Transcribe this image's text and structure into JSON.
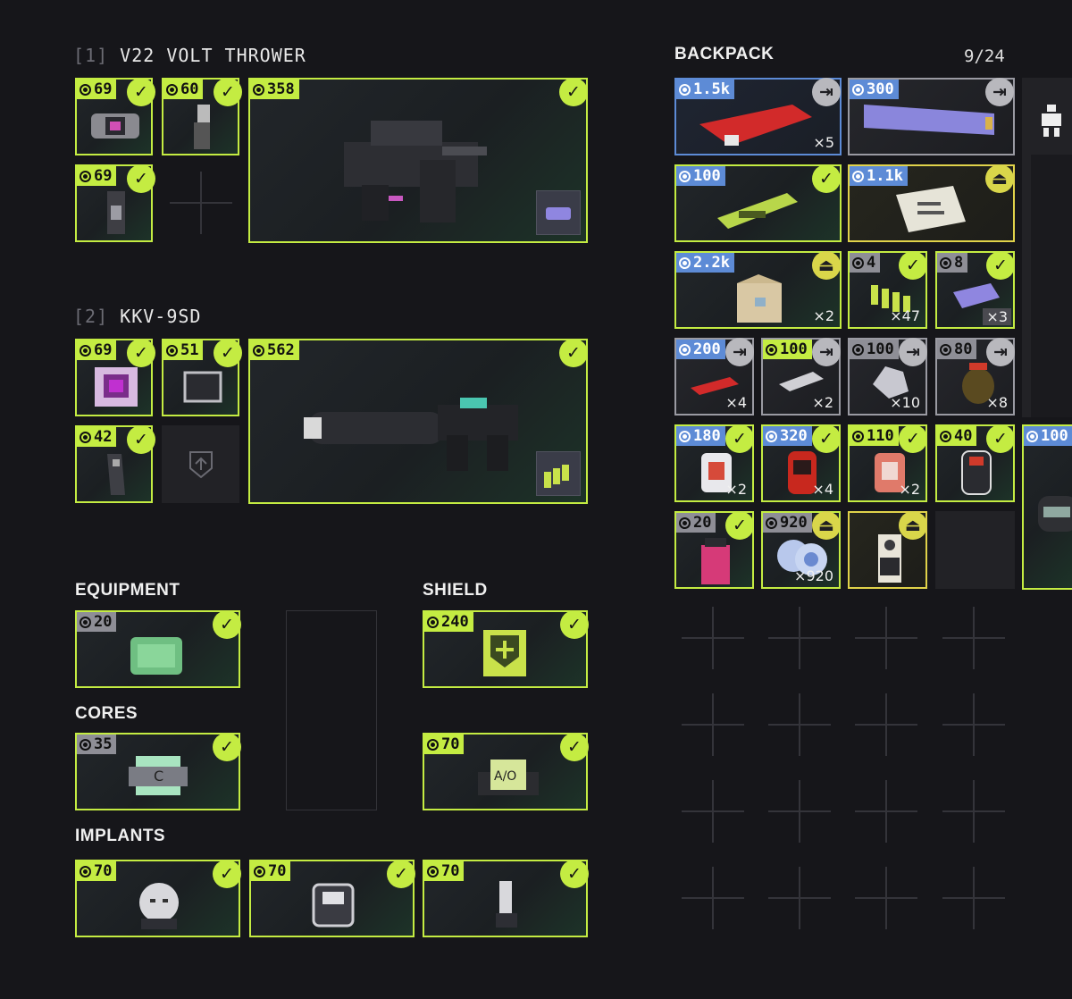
{
  "weapon1": {
    "index": "[1]",
    "name": "V22 VOLT THROWER",
    "mods": [
      {
        "value": "69"
      },
      {
        "value": "60"
      },
      {
        "value": "69"
      }
    ],
    "main": {
      "value": "358"
    }
  },
  "weapon2": {
    "index": "[2]",
    "name": "KKV-9SD",
    "mods": [
      {
        "value": "69"
      },
      {
        "value": "51"
      },
      {
        "value": "42"
      }
    ],
    "main": {
      "value": "562"
    }
  },
  "equipment": {
    "label": "EQUIPMENT",
    "value": "20"
  },
  "shield": {
    "label": "SHIELD",
    "value": "240"
  },
  "cores": {
    "label": "CORES",
    "value": "35",
    "side_value": "70"
  },
  "implants": {
    "label": "IMPLANTS",
    "items": [
      {
        "value": "70"
      },
      {
        "value": "70"
      },
      {
        "value": "70"
      }
    ]
  },
  "backpack": {
    "title": "BACKPACK",
    "count": "9/24",
    "items": [
      {
        "value": "1.5k",
        "qty": "×5"
      },
      {
        "value": "300",
        "qty": ""
      },
      {
        "value": "100",
        "qty": ""
      },
      {
        "value": "1.1k",
        "qty": ""
      },
      {
        "value": "2.2k",
        "qty": "×2"
      },
      {
        "value": "4",
        "qty": "×47"
      },
      {
        "value": "8",
        "qty": "×3"
      },
      {
        "value": "200",
        "qty": "×4"
      },
      {
        "value": "100",
        "qty": "×2"
      },
      {
        "value": "100",
        "qty": "×10"
      },
      {
        "value": "80",
        "qty": "×8"
      },
      {
        "value": "180",
        "qty": "×2"
      },
      {
        "value": "320",
        "qty": "×4"
      },
      {
        "value": "110",
        "qty": "×2"
      },
      {
        "value": "40",
        "qty": ""
      },
      {
        "value": "100",
        "qty": ""
      },
      {
        "value": "20",
        "qty": ""
      },
      {
        "value": "920",
        "qty": "×920"
      },
      {
        "value": "",
        "qty": ""
      }
    ]
  },
  "colors": {
    "accent": "#c4ec42",
    "rare": "#5d8bd6",
    "common": "#9a9aa2",
    "gold": "#d9d64a",
    "background": "#16161a"
  }
}
